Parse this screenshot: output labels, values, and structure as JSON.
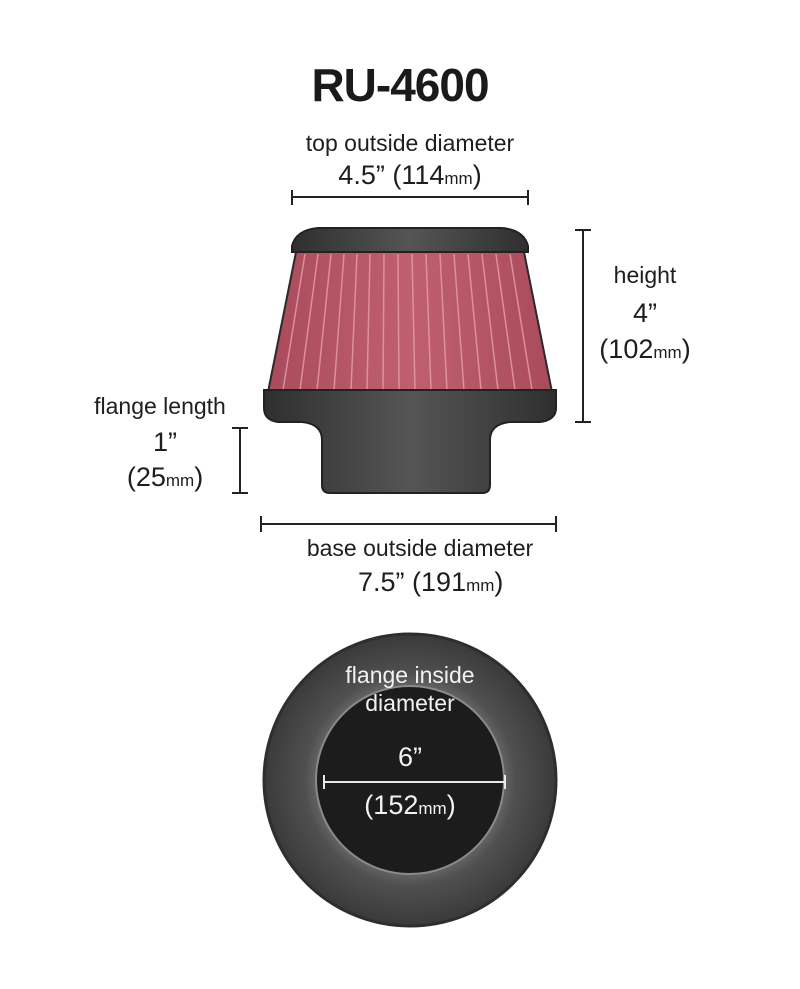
{
  "title": "RU-4600",
  "dimensions": {
    "top_outside_diameter": {
      "label": "top outside diameter",
      "inches": "4.5”",
      "mm_value": "114",
      "mm_unit": "mm"
    },
    "height": {
      "label": "height",
      "inches": "4”",
      "mm_value": "102",
      "mm_unit": "mm"
    },
    "flange_length": {
      "label": "flange length",
      "inches": "1”",
      "mm_value": "25",
      "mm_unit": "mm"
    },
    "base_outside_diameter": {
      "label": "base outside diameter",
      "inches": "7.5”",
      "mm_value": "191",
      "mm_unit": "mm"
    },
    "flange_inside_diameter": {
      "label_line1": "flange inside",
      "label_line2": "diameter",
      "inches": "6”",
      "mm_value": "152",
      "mm_unit": "mm"
    }
  },
  "colors": {
    "filter_media": "#b85a6a",
    "pleat_lines": "#e59aa6",
    "rubber": "#3d3d3d",
    "rubber_dark": "#2a2a2a",
    "text": "#1e1e1e"
  }
}
